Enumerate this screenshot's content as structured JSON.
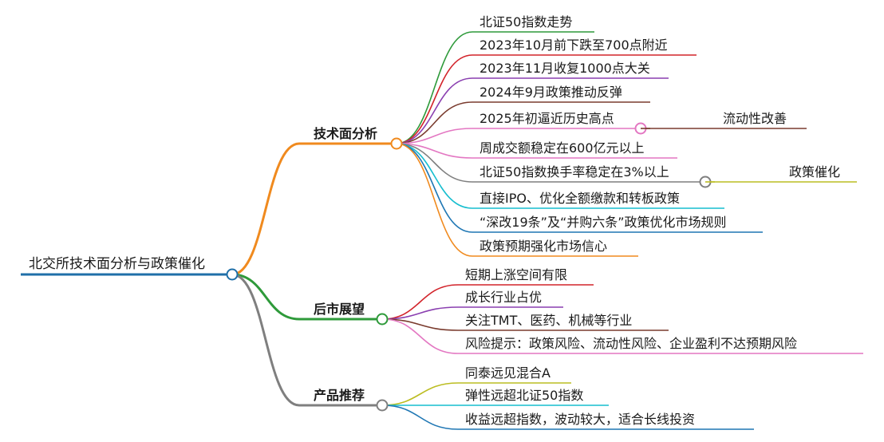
{
  "root": {
    "label": "北交所技术面分析与政策催化"
  },
  "branches": [
    {
      "label": "技术面分析",
      "color": "#f08a1e",
      "children": [
        {
          "label": "北证50指数走势",
          "color": "#2e9a3a"
        },
        {
          "label": "2023年10月前下跌至700点附近",
          "color": "#d2232a"
        },
        {
          "label": "2023年11月收复1000点大关",
          "color": "#8a3fb0"
        },
        {
          "label": "2024年9月政策推动反弹",
          "color": "#7a3b2e"
        },
        {
          "label": "2025年初逼近历史高点",
          "color": "#e377c2",
          "sub": {
            "label": "流动性改善",
            "color": "#7a3b2e"
          }
        },
        {
          "label": "周成交额稳定在600亿元以上",
          "color": "#e377c2"
        },
        {
          "label": "北证50指数换手率稳定在3%以上",
          "color": "#7f7f7f",
          "sub": {
            "label": "政策催化",
            "color": "#bcbd22"
          }
        },
        {
          "label": "直接IPO、优化全额缴款和转板政策",
          "color": "#17becf"
        },
        {
          "label": "“深改19条”及“并购六条”政策优化市场规则",
          "color": "#1f77b4"
        },
        {
          "label": "政策预期强化市场信心",
          "color": "#f08a1e"
        }
      ]
    },
    {
      "label": "后市展望",
      "color": "#2e9a3a",
      "children": [
        {
          "label": "短期上涨空间有限",
          "color": "#d2232a"
        },
        {
          "label": "成长行业占优",
          "color": "#8a3fb0"
        },
        {
          "label": "关注TMT、医药、机械等行业",
          "color": "#7a3b2e"
        },
        {
          "label": "风险提示：政策风险、流动性风险、企业盈利不达预期风险",
          "color": "#e377c2"
        }
      ]
    },
    {
      "label": "产品推荐",
      "color": "#7f7f7f",
      "children": [
        {
          "label": "同泰远见混合A",
          "color": "#bcbd22"
        },
        {
          "label": "弹性远超北证50指数",
          "color": "#17becf"
        },
        {
          "label": "收益远超指数，波动较大，适合长线投资",
          "color": "#1f77b4"
        }
      ]
    }
  ],
  "root_color": "#1f6fa8"
}
